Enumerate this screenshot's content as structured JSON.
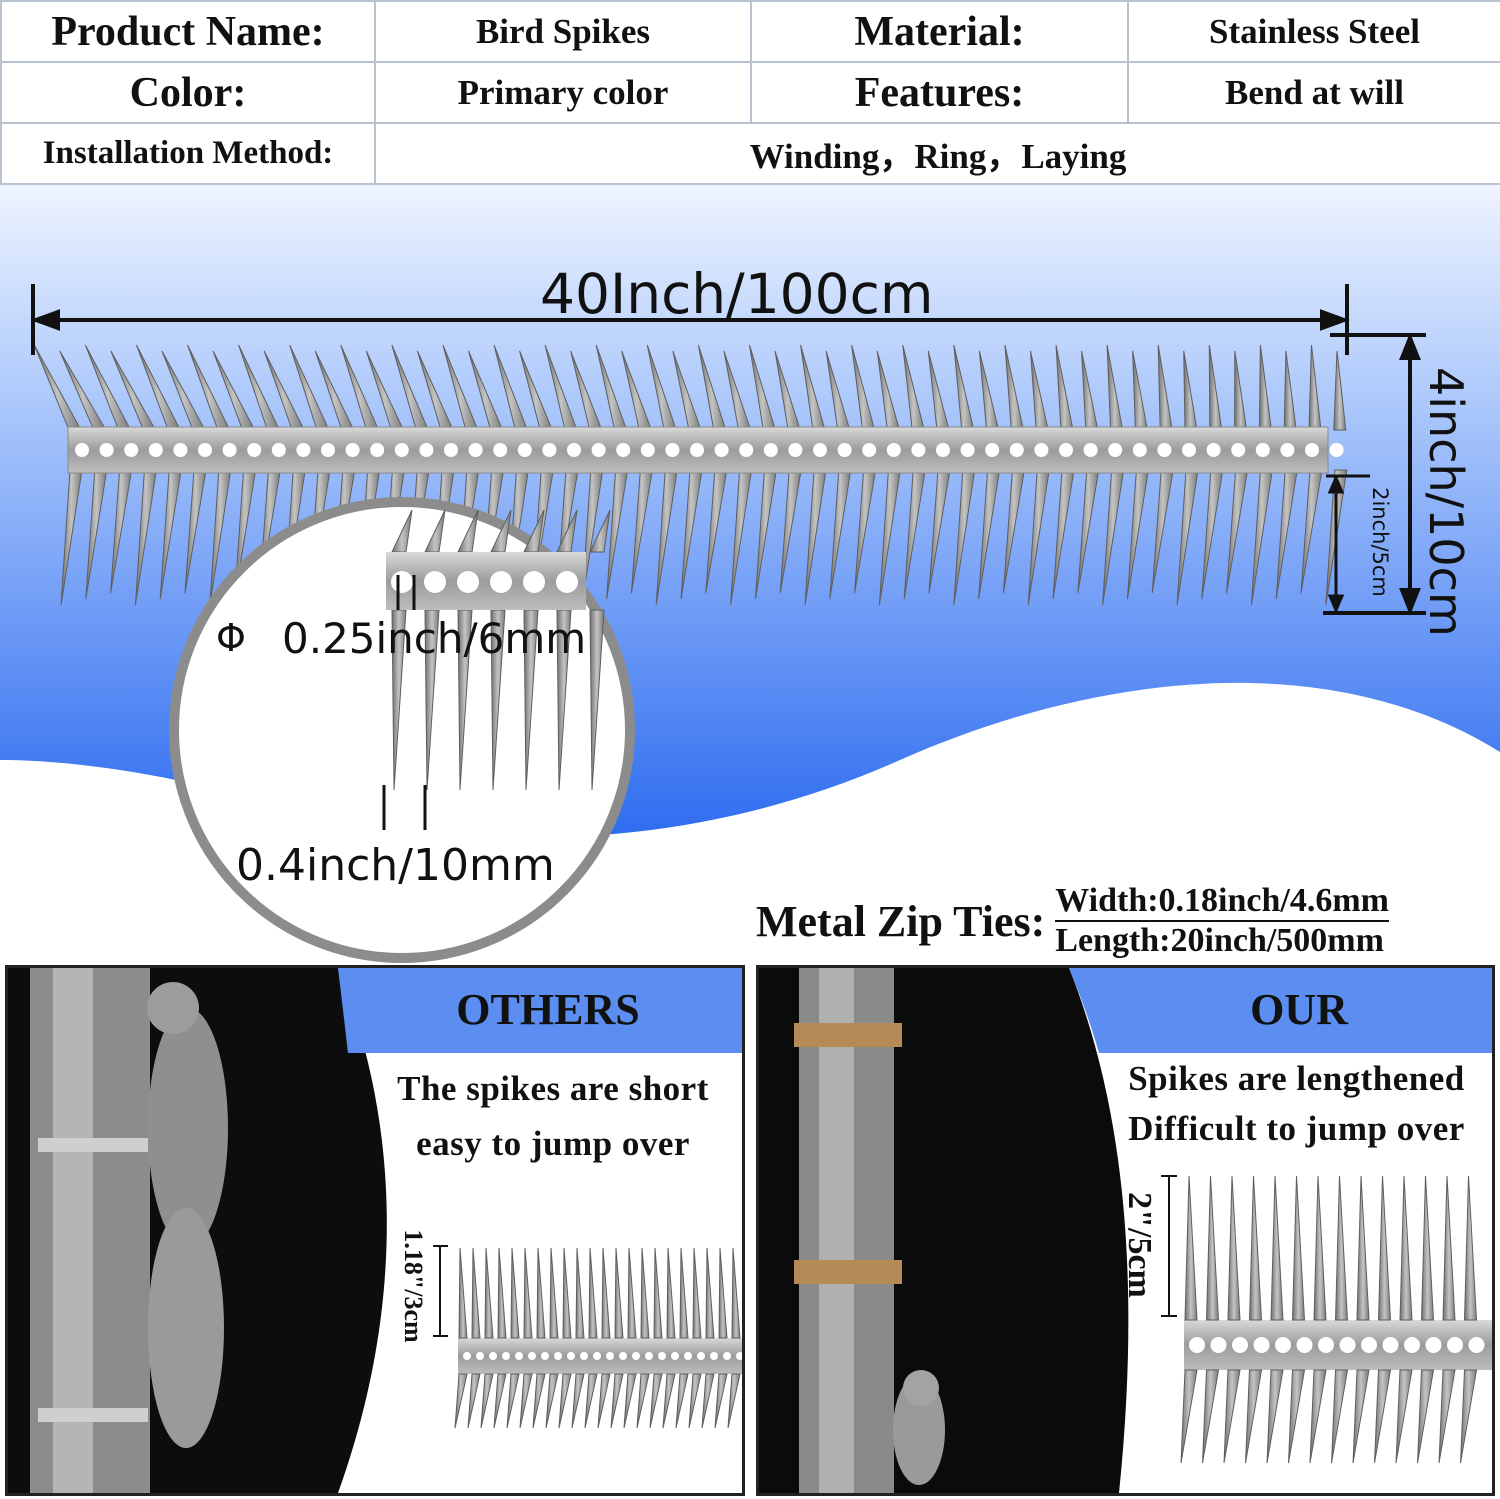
{
  "spec_table": {
    "product_name_label": "Product Name:",
    "product_name_value": "Bird Spikes",
    "material_label": "Material:",
    "material_value": "Stainless Steel",
    "color_label": "Color:",
    "color_value": "Primary color",
    "features_label": "Features:",
    "features_value": "Bend at will",
    "installation_label": "Installation Method:",
    "installation_value": "Winding，Ring，Laying"
  },
  "dimensions": {
    "length": "40Inch/100cm",
    "height": "4inch/10cm",
    "spike_length": "2inch/5cm",
    "hole_diameter_symbol": "Φ",
    "hole_diameter": "0.25inch/6mm",
    "spacing": "0.4inch/10mm"
  },
  "zip_ties": {
    "label": "Metal Zip Ties:",
    "width": "Width:0.18inch/4.6mm",
    "length": "Length:20inch/500mm"
  },
  "comparison": {
    "others": {
      "title": "OTHERS",
      "line1": "The spikes are short",
      "line2": "easy to jump over",
      "spike_height": "1.18\"/3cm"
    },
    "our": {
      "title": "OUR",
      "line1": "Spikes are lengthened",
      "line2": "Difficult to jump over",
      "spike_height": "2\"/5cm"
    }
  },
  "colors": {
    "accent_blue": "#5b8ef0",
    "gradient_top": "#eaf2ff",
    "gradient_bottom": "#2f6df0",
    "metal": "#9a9a9a"
  }
}
